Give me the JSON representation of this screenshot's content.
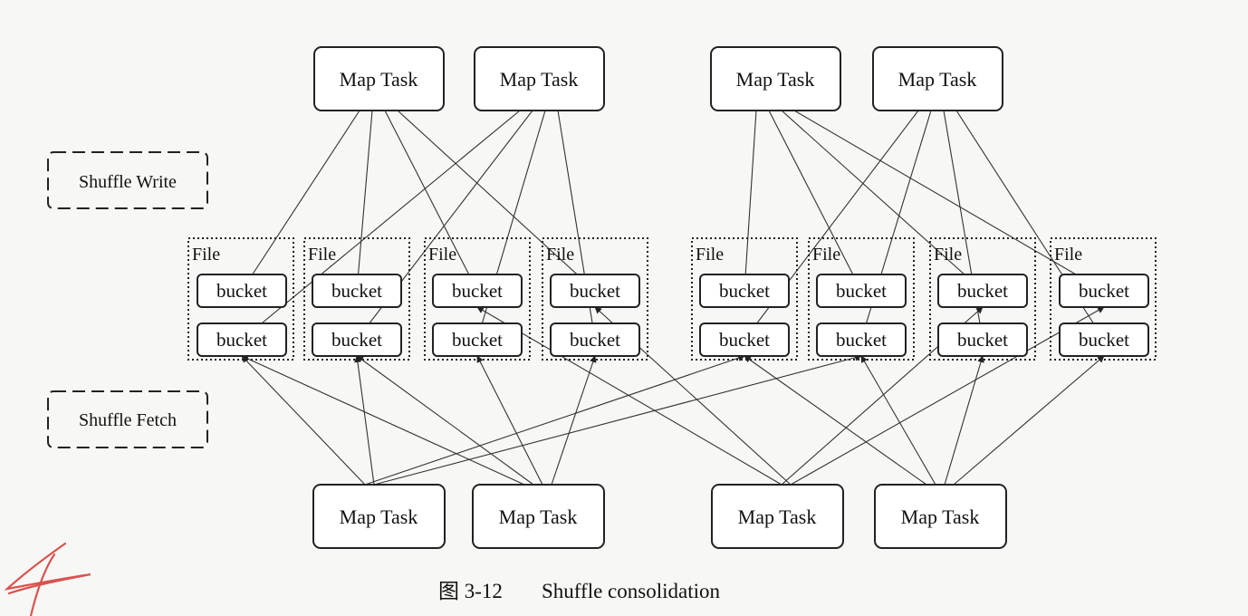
{
  "diagram": {
    "map_task_label": "Map Task",
    "file_label": "File",
    "bucket_label": "bucket",
    "shuffle_write_label": "Shuffle Write",
    "shuffle_fetch_label": "Shuffle Fetch",
    "caption_figure": "图 3-12",
    "caption_title": "Shuffle consolidation"
  },
  "ink_color": "#d9534f"
}
